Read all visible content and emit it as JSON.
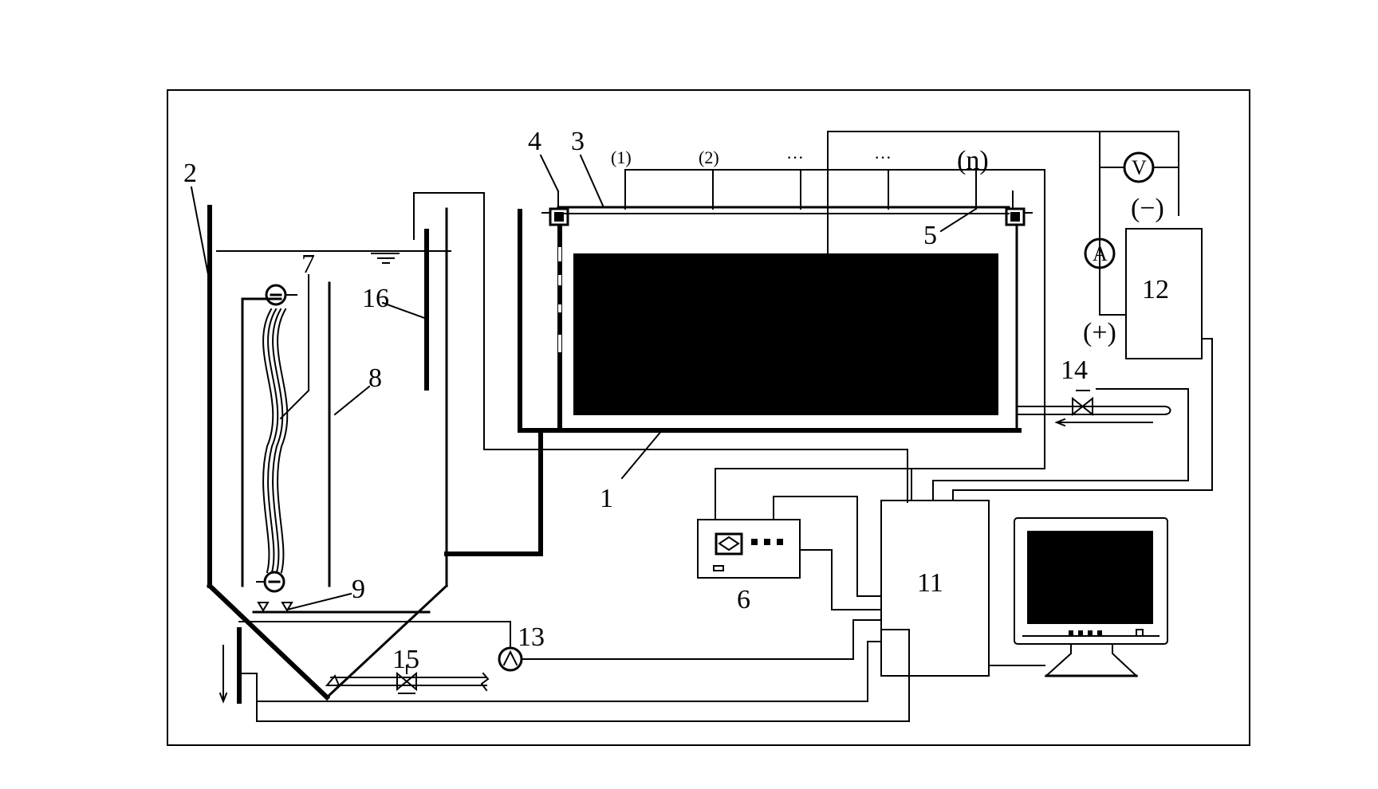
{
  "labels": {
    "n1": "1",
    "n2": "2",
    "n3": "3",
    "n4": "4",
    "n5": "5",
    "n6": "6",
    "n7": "7",
    "n8": "8",
    "n9": "9",
    "n11": "11",
    "n12": "12",
    "n13": "13",
    "n14": "14",
    "n15": "15",
    "n16": "16"
  },
  "electrode_taps": [
    "(1)",
    "(2)",
    "···",
    "···",
    "(n)"
  ],
  "meters": {
    "voltmeter": "V",
    "ammeter": "A"
  },
  "polarity": {
    "negative": "(−)",
    "positive": "(+)"
  },
  "colors": {
    "line": "#000000",
    "background": "#ffffff"
  }
}
